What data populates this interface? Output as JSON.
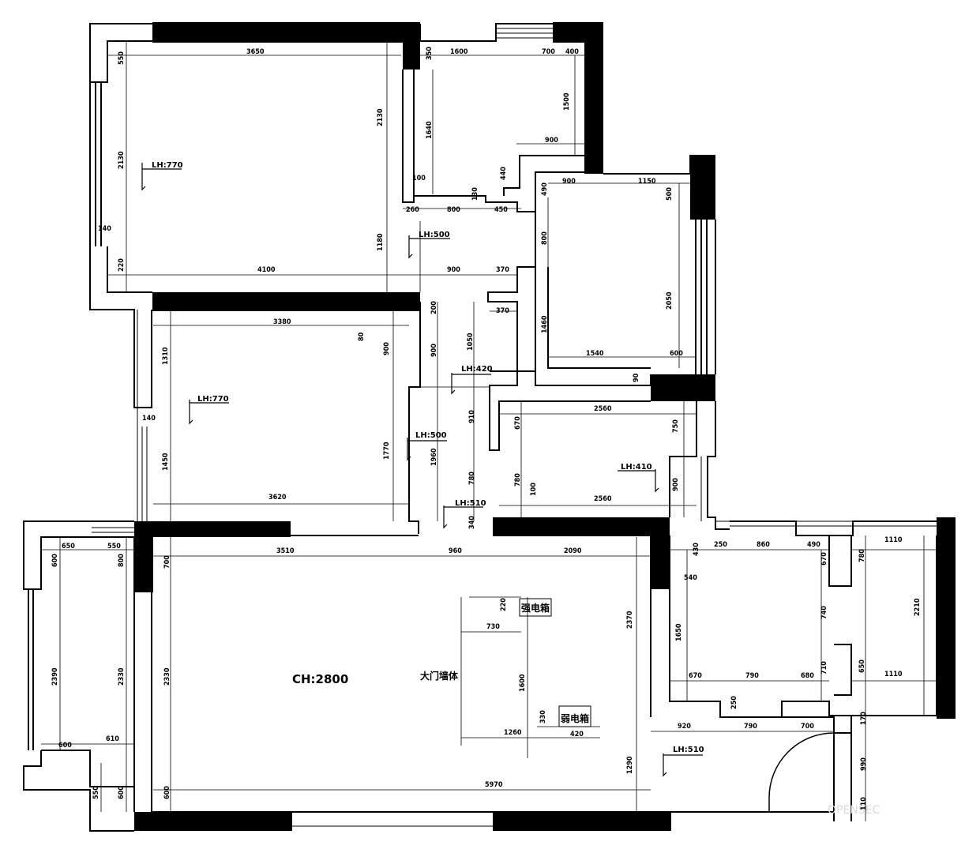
{
  "ceiling_height": "CH:2800",
  "labels": {
    "entry_wall": "大门墙体",
    "strong_box": "强电箱",
    "weak_box": "弱电箱"
  },
  "beam_heights": [
    "LH:770",
    "LH:770",
    "LH:500",
    "LH:420",
    "LH:500",
    "LH:510",
    "LH:410",
    "LH:510"
  ],
  "dims": [
    "3650",
    "550",
    "2130",
    "2130",
    "140",
    "220",
    "4100",
    "1180",
    "3380",
    "1310",
    "80",
    "900",
    "1450",
    "1770",
    "3620",
    "140",
    "350",
    "1600",
    "700",
    "400",
    "1500",
    "1640",
    "900",
    "100",
    "130",
    "440",
    "260",
    "800",
    "450",
    "900",
    "370",
    "370",
    "200",
    "900",
    "1050",
    "490",
    "900",
    "1150",
    "500",
    "800",
    "2050",
    "1460",
    "1540",
    "600",
    "90",
    "910",
    "1960",
    "780",
    "340",
    "2560",
    "670",
    "750",
    "780",
    "100",
    "900",
    "2560",
    "650",
    "550",
    "600",
    "800",
    "700",
    "3510",
    "960",
    "2090",
    "2370",
    "2390",
    "2330",
    "2330",
    "600",
    "610",
    "550",
    "600",
    "600",
    "5970",
    "1290",
    "220",
    "730",
    "1600",
    "330",
    "1260",
    "420",
    "430",
    "250",
    "860",
    "490",
    "540",
    "670",
    "1650",
    "740",
    "670",
    "790",
    "680",
    "710",
    "250",
    "920",
    "790",
    "700",
    "780",
    "2210",
    "1110",
    "650",
    "1110",
    "170",
    "990",
    "110"
  ],
  "watermark": "OPENSEC"
}
